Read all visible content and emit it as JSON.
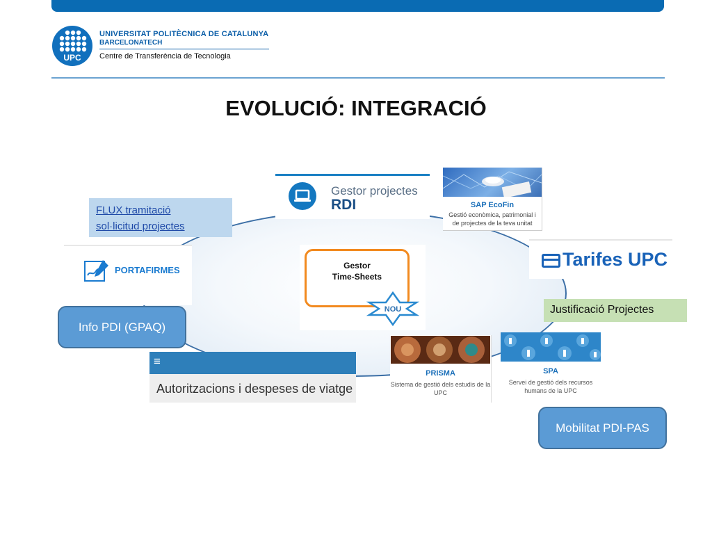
{
  "header": {
    "university_line1": "UNIVERSITAT POLITÈCNICA DE CATALUNYA",
    "university_line2": "BARCELONATECH",
    "university_line3": "Centre de Transferència de Tecnologia",
    "logo_text": "UPC"
  },
  "slide": {
    "title": "EVOLUCIÓ:  INTEGRACIÓ"
  },
  "apps": {
    "gestor_projectes": {
      "line1": "Gestor projectes",
      "line2": "RDI",
      "icon": "laptop-icon"
    },
    "sap_ecofin": {
      "title": "SAP EcoFin",
      "description": "Gestió econòmica, patrimonial i de projectes de la teva unitat"
    },
    "flux": {
      "line1": "FLUX tramitació",
      "line2": "sol·licitud projectes"
    },
    "portafirmes": {
      "label": "PORTAFIRMES",
      "icon": "signature-pen-icon"
    },
    "timesheets": {
      "line1": "Gestor",
      "line2": "Time-Sheets",
      "badge": "NOU"
    },
    "tarifes": {
      "label": "Tarifes UPC",
      "icon": "card-icon"
    },
    "justificacio": {
      "label": "Justificació Projectes"
    },
    "info_pdi": {
      "label": "Info PDI (GPAQ)"
    },
    "autoritzacions": {
      "label": "Autoritzacions i despeses de viatge",
      "menu_icon": "≡"
    },
    "prisma": {
      "title": "PRISMA",
      "description": "Sistema de gestió dels estudis de la UPC"
    },
    "spa": {
      "title": "SPA",
      "description": "Servei de gestió dels recursos humans de la UPC"
    },
    "mobilitat": {
      "label": "Mobilitat PDI-PAS"
    }
  },
  "colors": {
    "brand_blue": "#0a6bb3",
    "button_blue": "#5b9bd5",
    "flux_bg": "#bdd7ee",
    "justificacio_bg": "#c6e0b4",
    "timesheets_orange": "#f28a1f"
  }
}
